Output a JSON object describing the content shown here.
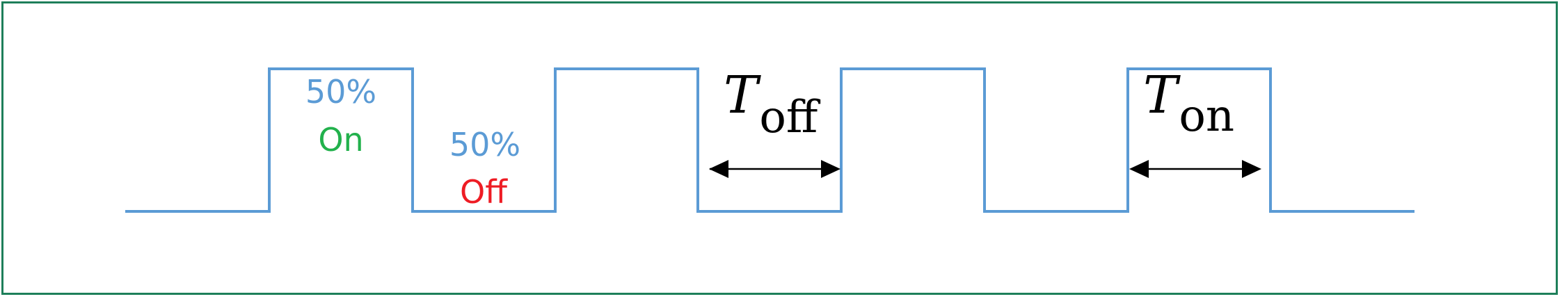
{
  "colors": {
    "wave": "#5b9bd5",
    "on_label": "#22b14c",
    "off_label": "#ee1c24",
    "border": "#1e7f5a",
    "text": "#000000"
  },
  "labels": {
    "on_percent": "50%",
    "on_state": "On",
    "off_percent": "50%",
    "off_state": "Off",
    "t_symbol": "T",
    "t_off_sub": "off",
    "t_on_sub": "on"
  }
}
